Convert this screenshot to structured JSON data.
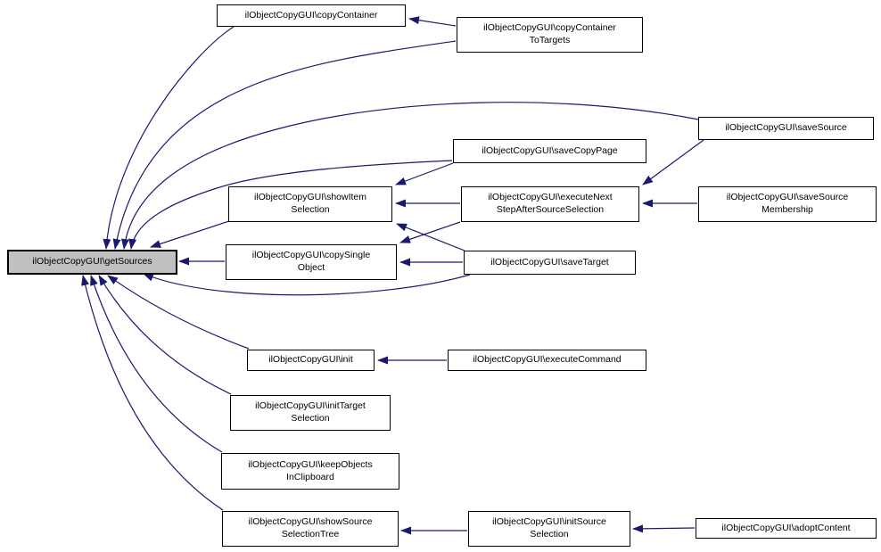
{
  "diagram": {
    "type": "caller-graph",
    "edge_color": "#191970",
    "highlight_fill": "#c0c0c0",
    "nodes": [
      {
        "id": "copyContainer",
        "lines": [
          "ilObjectCopyGUI\\copyContainer"
        ]
      },
      {
        "id": "copyContainerToTargets",
        "lines": [
          "ilObjectCopyGUI\\copyContainer",
          "ToTargets"
        ]
      },
      {
        "id": "saveSource",
        "lines": [
          "ilObjectCopyGUI\\saveSource"
        ]
      },
      {
        "id": "saveCopyPage",
        "lines": [
          "ilObjectCopyGUI\\saveCopyPage"
        ]
      },
      {
        "id": "showItemSelection",
        "lines": [
          "ilObjectCopyGUI\\showItem",
          "Selection"
        ]
      },
      {
        "id": "executeNextStepAfterSourceSelection",
        "lines": [
          "ilObjectCopyGUI\\executeNext",
          "StepAfterSourceSelection"
        ]
      },
      {
        "id": "saveSourceMembership",
        "lines": [
          "ilObjectCopyGUI\\saveSource",
          "Membership"
        ]
      },
      {
        "id": "getSources",
        "lines": [
          "ilObjectCopyGUI\\getSources"
        ],
        "highlighted": true
      },
      {
        "id": "copySingleObject",
        "lines": [
          "ilObjectCopyGUI\\copySingle",
          "Object"
        ]
      },
      {
        "id": "saveTarget",
        "lines": [
          "ilObjectCopyGUI\\saveTarget"
        ]
      },
      {
        "id": "init",
        "lines": [
          "ilObjectCopyGUI\\init"
        ]
      },
      {
        "id": "executeCommand",
        "lines": [
          "ilObjectCopyGUI\\executeCommand"
        ]
      },
      {
        "id": "initTargetSelection",
        "lines": [
          "ilObjectCopyGUI\\initTarget",
          "Selection"
        ]
      },
      {
        "id": "keepObjectsInClipboard",
        "lines": [
          "ilObjectCopyGUI\\keepObjects",
          "InClipboard"
        ]
      },
      {
        "id": "showSourceSelectionTree",
        "lines": [
          "ilObjectCopyGUI\\showSource",
          "SelectionTree"
        ]
      },
      {
        "id": "initSourceSelection",
        "lines": [
          "ilObjectCopyGUI\\initSource",
          "Selection"
        ]
      },
      {
        "id": "adoptContent",
        "lines": [
          "ilObjectCopyGUI\\adoptContent"
        ]
      }
    ],
    "edges": [
      {
        "from": "copyContainerToTargets",
        "to": "copyContainer"
      },
      {
        "from": "copyContainer",
        "to": "getSources"
      },
      {
        "from": "copyContainerToTargets",
        "to": "getSources"
      },
      {
        "from": "saveSource",
        "to": "getSources"
      },
      {
        "from": "saveCopyPage",
        "to": "getSources"
      },
      {
        "from": "showItemSelection",
        "to": "getSources"
      },
      {
        "from": "copySingleObject",
        "to": "getSources"
      },
      {
        "from": "saveTarget",
        "to": "getSources"
      },
      {
        "from": "saveCopyPage",
        "to": "showItemSelection"
      },
      {
        "from": "executeNextStepAfterSourceSelection",
        "to": "showItemSelection"
      },
      {
        "from": "saveTarget",
        "to": "showItemSelection"
      },
      {
        "from": "executeNextStepAfterSourceSelection",
        "to": "copySingleObject"
      },
      {
        "from": "saveTarget",
        "to": "copySingleObject"
      },
      {
        "from": "saveSource",
        "to": "executeNextStepAfterSourceSelection"
      },
      {
        "from": "saveSourceMembership",
        "to": "executeNextStepAfterSourceSelection"
      },
      {
        "from": "executeCommand",
        "to": "init"
      },
      {
        "from": "init",
        "to": "getSources"
      },
      {
        "from": "initTargetSelection",
        "to": "getSources"
      },
      {
        "from": "keepObjectsInClipboard",
        "to": "getSources"
      },
      {
        "from": "showSourceSelectionTree",
        "to": "getSources"
      },
      {
        "from": "initSourceSelection",
        "to": "showSourceSelectionTree"
      },
      {
        "from": "adoptContent",
        "to": "initSourceSelection"
      }
    ]
  }
}
